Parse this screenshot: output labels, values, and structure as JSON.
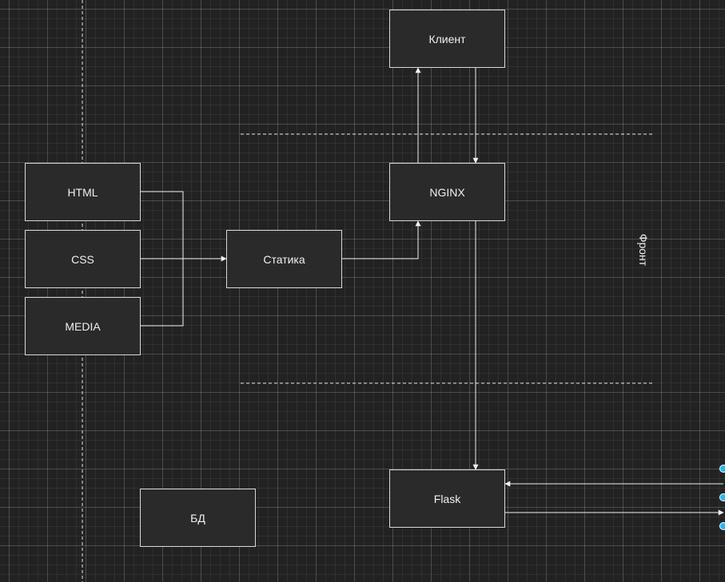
{
  "nodes": {
    "client": "Клиент",
    "nginx": "NGINX",
    "html": "HTML",
    "css": "CSS",
    "media": "MEDIA",
    "static": "Статика",
    "flask": "Flask",
    "db": "БД"
  },
  "zone_label": "Фронт",
  "colors": {
    "canvas": "#222222",
    "node_fill": "#2a2a2a",
    "stroke": "#d9d9d9",
    "handle": "#29b6f2"
  }
}
